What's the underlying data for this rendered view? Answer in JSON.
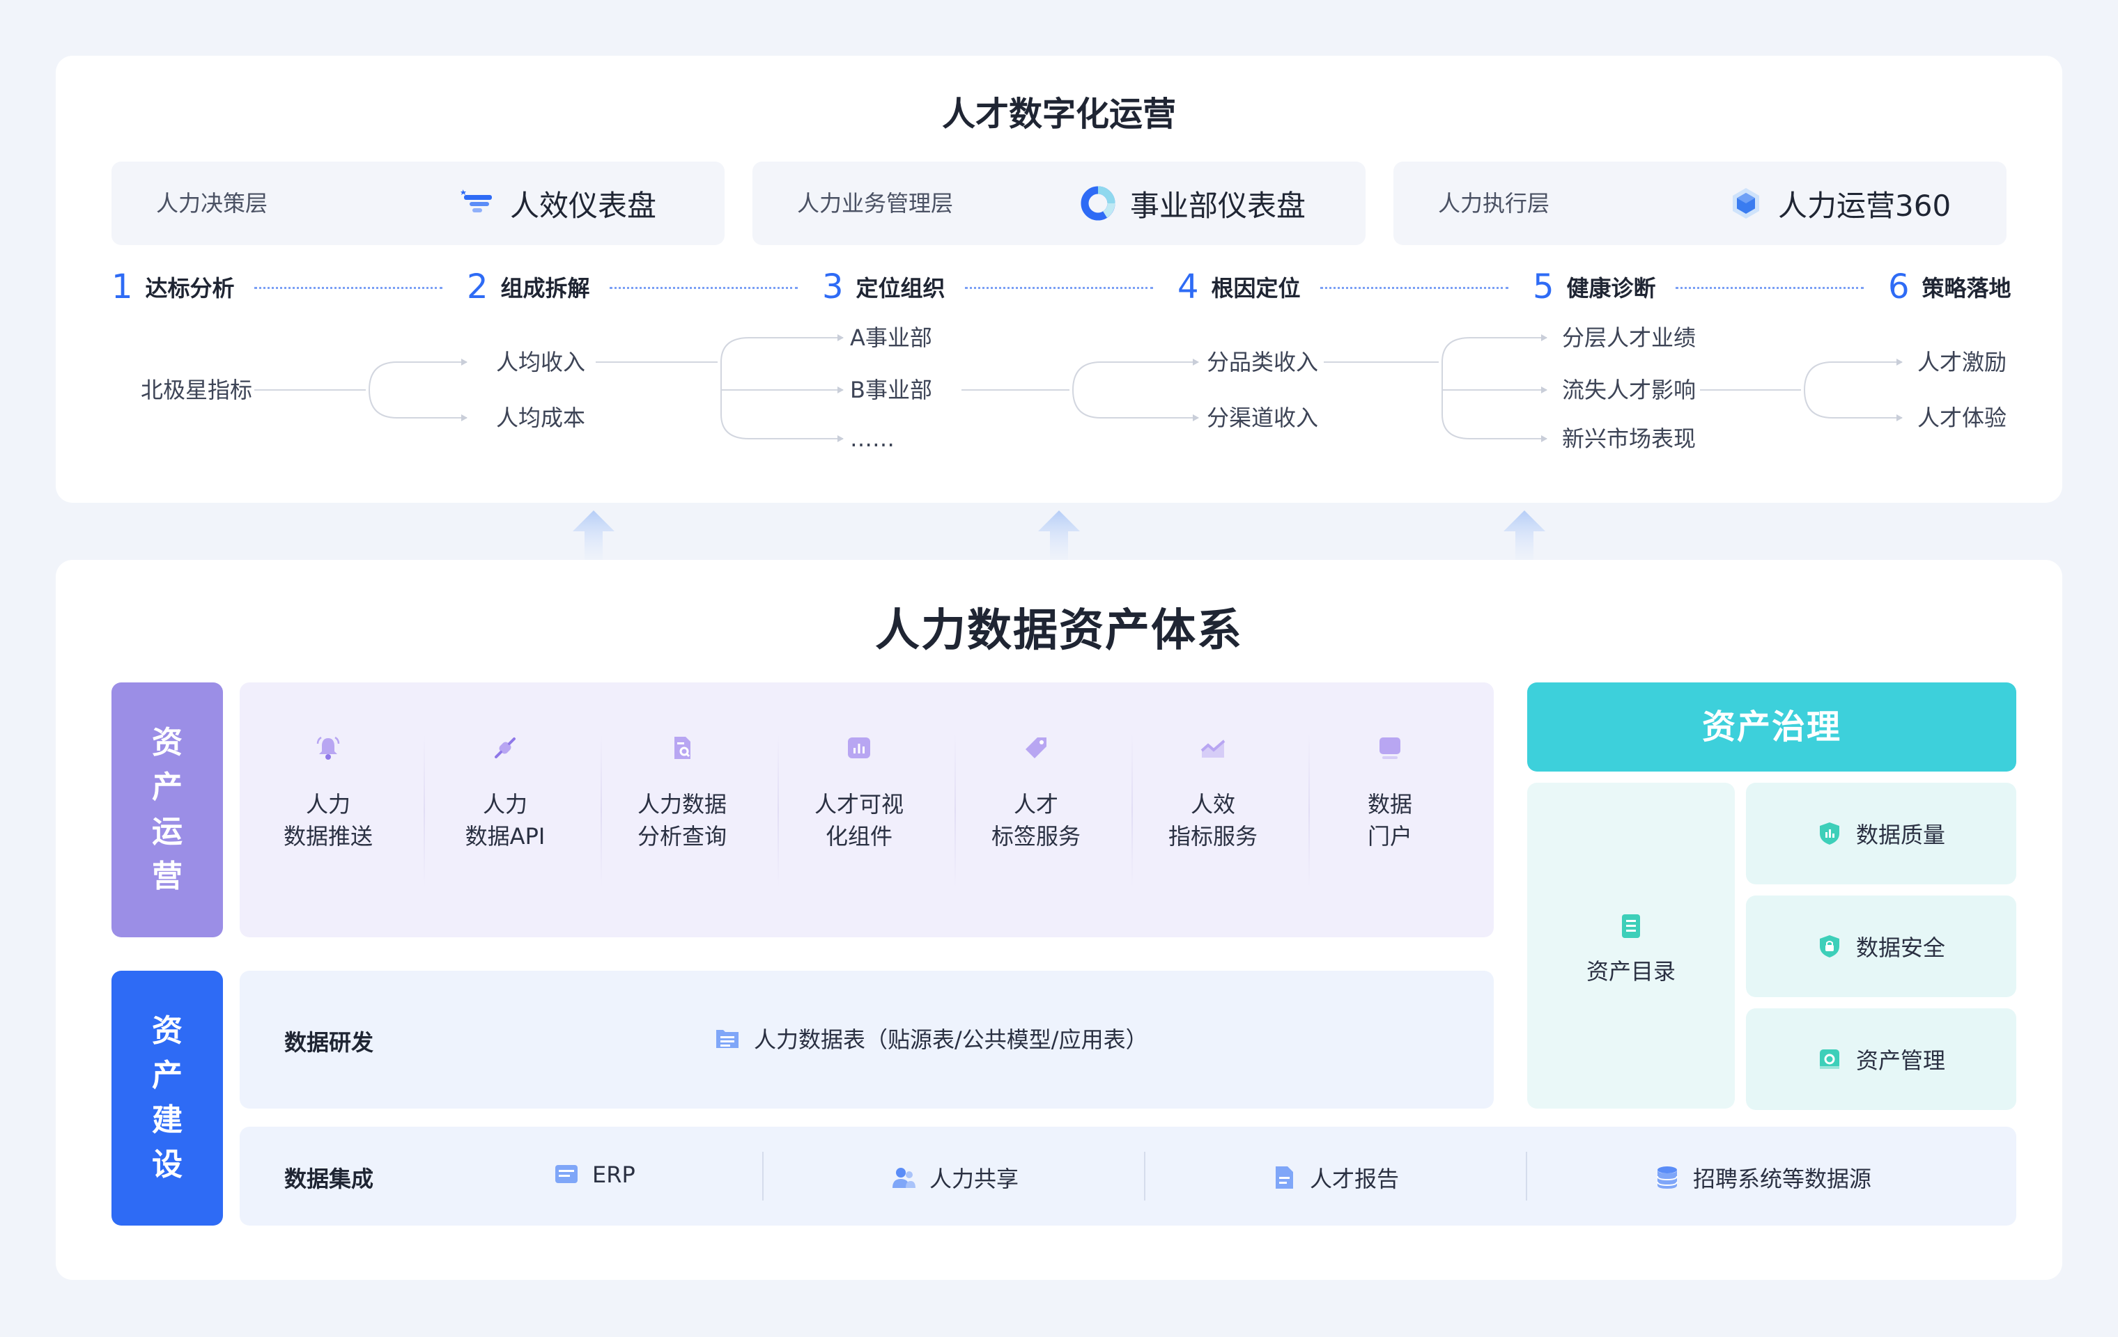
{
  "top": {
    "title": "人才数字化运营",
    "layers": [
      {
        "label": "人力决策层",
        "dashboard": "人效仪表盘",
        "icon": "filter-bars-icon"
      },
      {
        "label": "人力业务管理层",
        "dashboard": "事业部仪表盘",
        "icon": "donut-chart-icon"
      },
      {
        "label": "人力执行层",
        "dashboard": "人力运营360",
        "icon": "hexagon-icon"
      }
    ],
    "steps": [
      {
        "num": "1",
        "label": "达标分析"
      },
      {
        "num": "2",
        "label": "组成拆解"
      },
      {
        "num": "3",
        "label": "定位组织"
      },
      {
        "num": "4",
        "label": "根因定位"
      },
      {
        "num": "5",
        "label": "健康诊断"
      },
      {
        "num": "6",
        "label": "策略落地"
      }
    ],
    "flow": {
      "root": "北极星指标",
      "level2": [
        "人均收入",
        "人均成本"
      ],
      "level3": [
        "A事业部",
        "B事业部",
        "……"
      ],
      "level4": [
        "分品类收入",
        "分渠道收入"
      ],
      "level5": [
        "分层人才业绩",
        "流失人才影响",
        "新兴市场表现"
      ],
      "level6": [
        "人才激励",
        "人才体验"
      ]
    }
  },
  "bottom": {
    "title": "人力数据资产体系",
    "tag_ops": "资产运营",
    "tag_build": "资产建设",
    "ops_items": [
      {
        "label": "人力\n数据推送",
        "icon": "bell-icon"
      },
      {
        "label": "人力\n数据API",
        "icon": "plug-icon"
      },
      {
        "label": "人力数据\n分析查询",
        "icon": "document-search-icon"
      },
      {
        "label": "人才可视\n化组件",
        "icon": "bar-chart-icon"
      },
      {
        "label": "人才\n标签服务",
        "icon": "tag-icon"
      },
      {
        "label": "人效\n指标服务",
        "icon": "line-chart-icon"
      },
      {
        "label": "数据\n门户",
        "icon": "monitor-icon"
      }
    ],
    "dev": {
      "title": "数据研发",
      "item": "人力数据表（贴源表/公共模型/应用表）",
      "icon": "table-list-icon"
    },
    "integration": {
      "title": "数据集成",
      "items": [
        {
          "label": "ERP",
          "icon": "erp-icon"
        },
        {
          "label": "人力共享",
          "icon": "users-icon"
        },
        {
          "label": "人才报告",
          "icon": "report-icon"
        },
        {
          "label": "招聘系统等数据源",
          "icon": "database-icon"
        }
      ]
    },
    "governance": {
      "title": "资产治理",
      "catalog": "资产目录",
      "items": [
        "数据质量",
        "数据安全",
        "资产管理"
      ]
    }
  },
  "colors": {
    "accent_blue": "#2e6bf5",
    "ops_purple": "#9b8ee6",
    "gov_cyan": "#3dd0db"
  }
}
